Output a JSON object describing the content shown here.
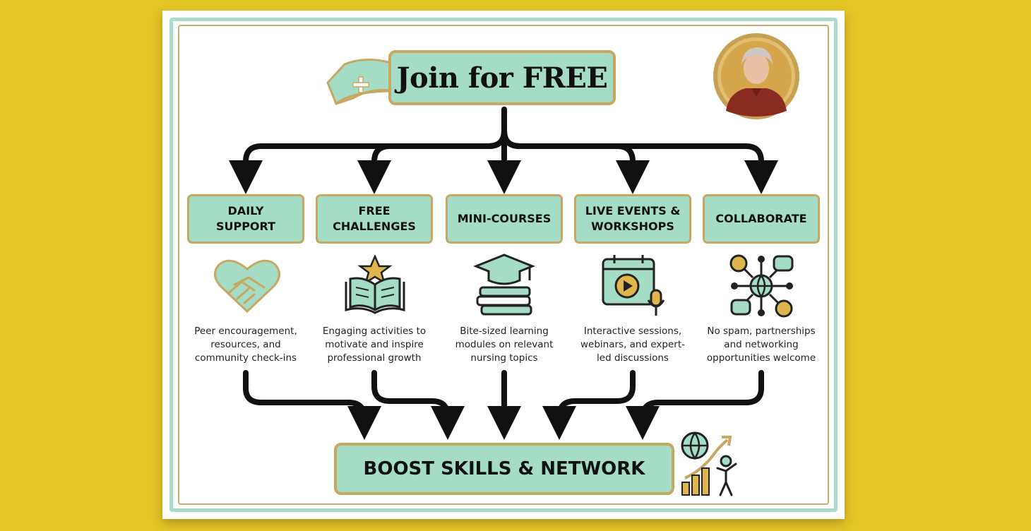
{
  "title": "Join for FREE",
  "categories": [
    {
      "label": "DAILY\nSUPPORT",
      "icon": "handshake-heart-icon",
      "description": "Peer encouragement,\nresources, and\ncommunity check-ins"
    },
    {
      "label": "FREE\nCHALLENGES",
      "icon": "book-star-icon",
      "description": "Engaging activities to\nmotivate and inspire\nprofessional growth"
    },
    {
      "label": "MINI-COURSES",
      "icon": "graduation-cap-books-icon",
      "description": "Bite-sized learning\nmodules on relevant\nnursing topics"
    },
    {
      "label": "LIVE EVENTS &\nWORKSHOPS",
      "icon": "calendar-video-microphone-icon",
      "description": "Interactive sessions,\nwebinars, and expert-\nled discussions"
    },
    {
      "label": "COLLABORATE",
      "icon": "network-globe-chat-icon",
      "description": "No spam, partnerships\nand networking\nopportunities welcome"
    }
  ],
  "outcome": "BOOST SKILLS & NETWORK",
  "icons": {
    "title": "nurse-cap-icon",
    "avatar": "presenter-portrait",
    "outcome": "growth-chart-globe-person-icon"
  },
  "colors": {
    "background": "#e6c625",
    "box_fill": "#a5dcc6",
    "box_border": "#c8a763",
    "frame": "#a9dccb",
    "arrow": "#111111"
  }
}
